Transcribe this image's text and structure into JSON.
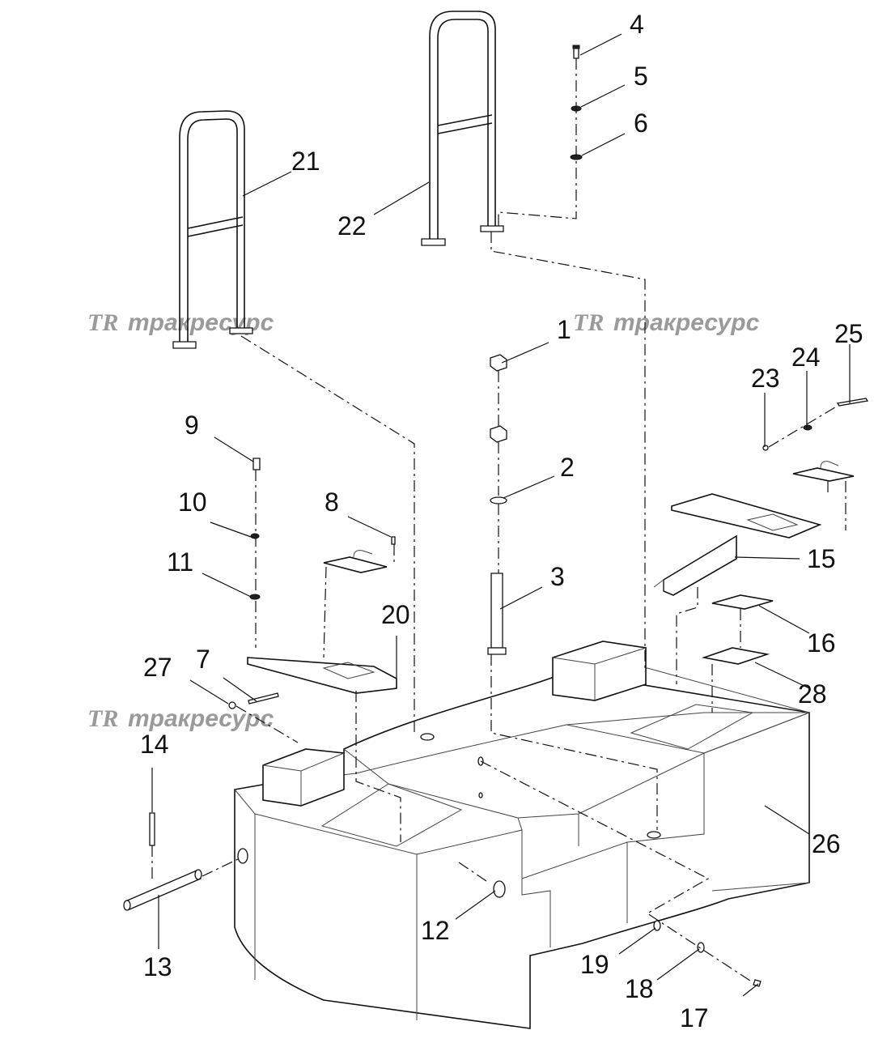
{
  "watermark": {
    "logo": "TR",
    "text": "тракресурс"
  },
  "labels": [
    {
      "id": "1",
      "text": "1"
    },
    {
      "id": "2",
      "text": "2"
    },
    {
      "id": "3",
      "text": "3"
    },
    {
      "id": "4",
      "text": "4"
    },
    {
      "id": "5",
      "text": "5"
    },
    {
      "id": "6",
      "text": "6"
    },
    {
      "id": "7",
      "text": "7"
    },
    {
      "id": "8",
      "text": "8"
    },
    {
      "id": "9",
      "text": "9"
    },
    {
      "id": "10",
      "text": "10"
    },
    {
      "id": "11",
      "text": "11"
    },
    {
      "id": "12",
      "text": "12"
    },
    {
      "id": "13",
      "text": "13"
    },
    {
      "id": "14",
      "text": "14"
    },
    {
      "id": "15",
      "text": "15"
    },
    {
      "id": "16",
      "text": "16"
    },
    {
      "id": "17",
      "text": "17"
    },
    {
      "id": "18",
      "text": "18"
    },
    {
      "id": "19",
      "text": "19"
    },
    {
      "id": "20",
      "text": "20"
    },
    {
      "id": "21",
      "text": "21"
    },
    {
      "id": "22",
      "text": "22"
    },
    {
      "id": "23",
      "text": "23"
    },
    {
      "id": "24",
      "text": "24"
    },
    {
      "id": "25",
      "text": "25"
    },
    {
      "id": "26",
      "text": "26"
    },
    {
      "id": "27",
      "text": "27"
    },
    {
      "id": "28",
      "text": "28"
    }
  ]
}
